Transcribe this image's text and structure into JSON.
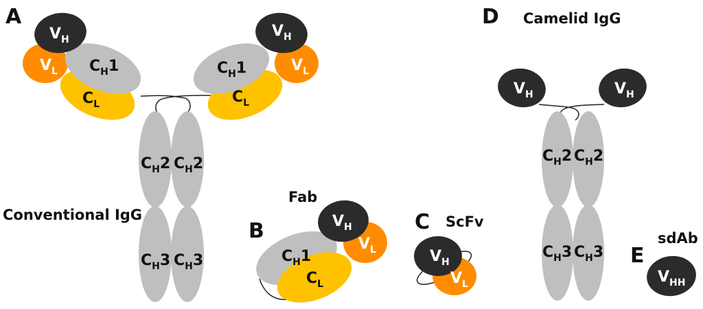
{
  "panels": {
    "a": {
      "letter": "A",
      "caption": "Conventional IgG"
    },
    "b": {
      "letter": "B",
      "caption": "Fab"
    },
    "c": {
      "letter": "C",
      "caption": "ScFv"
    },
    "d": {
      "letter": "D",
      "caption": "Camelid IgG"
    },
    "e": {
      "letter": "E",
      "caption": "sdAb"
    }
  },
  "domains": {
    "vh": {
      "main": "V",
      "sub": "H"
    },
    "vl": {
      "main": "V",
      "sub": "L"
    },
    "ch1": {
      "main": "C",
      "sub": "H",
      "suffix": "1"
    },
    "cl": {
      "main": "C",
      "sub": "L"
    },
    "ch2": {
      "main": "C",
      "sub": "H",
      "suffix": "2"
    },
    "ch3": {
      "main": "C",
      "sub": "H",
      "suffix": "3"
    },
    "vhh": {
      "main": "V",
      "sub": "HH"
    }
  },
  "colors": {
    "vh": "#2b2b2b",
    "vl": "#ff8c00",
    "ch": "#bfbfbf",
    "cl": "#ffc200",
    "linker": "#222222"
  }
}
